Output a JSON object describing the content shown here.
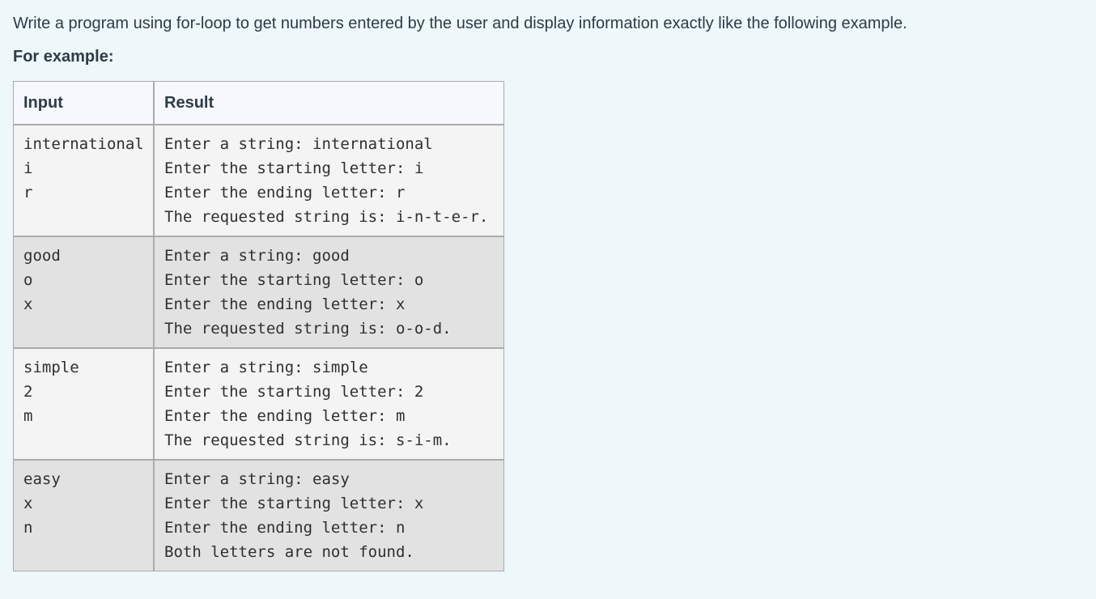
{
  "question": {
    "text": "Write a program using for-loop to get numbers entered by the user and display information exactly like the following example.",
    "example_label": "For example:"
  },
  "table": {
    "headers": [
      "Input",
      "Result"
    ],
    "rows": [
      {
        "input_lines": [
          "international",
          "i",
          "r"
        ],
        "result_lines": [
          "Enter a string: international",
          "Enter the starting letter: i",
          "Enter the ending letter: r",
          "The requested string is: i-n-t-e-r."
        ]
      },
      {
        "input_lines": [
          "good",
          "o",
          "x"
        ],
        "result_lines": [
          "Enter a string: good",
          "Enter the starting letter: o",
          "Enter the ending letter: x",
          "The requested string is: o-o-d."
        ]
      },
      {
        "input_lines": [
          "simple",
          "2",
          "m"
        ],
        "result_lines": [
          "Enter a string: simple",
          "Enter the starting letter: 2",
          "Enter the ending letter: m",
          "The requested string is: s-i-m."
        ]
      },
      {
        "input_lines": [
          "easy",
          "x",
          "n"
        ],
        "result_lines": [
          "Enter a string: easy",
          "Enter the starting letter: x",
          "Enter the ending letter: n",
          "Both letters are not found."
        ]
      }
    ]
  },
  "colors": {
    "page_background": "#eef7fa",
    "header_background": "#f6f8fd",
    "row_light": "#f4f4f4",
    "row_dark": "#e2e2e2",
    "border": "#ababab",
    "text": "#2d3b45",
    "mono_text": "#2f2f2f"
  }
}
